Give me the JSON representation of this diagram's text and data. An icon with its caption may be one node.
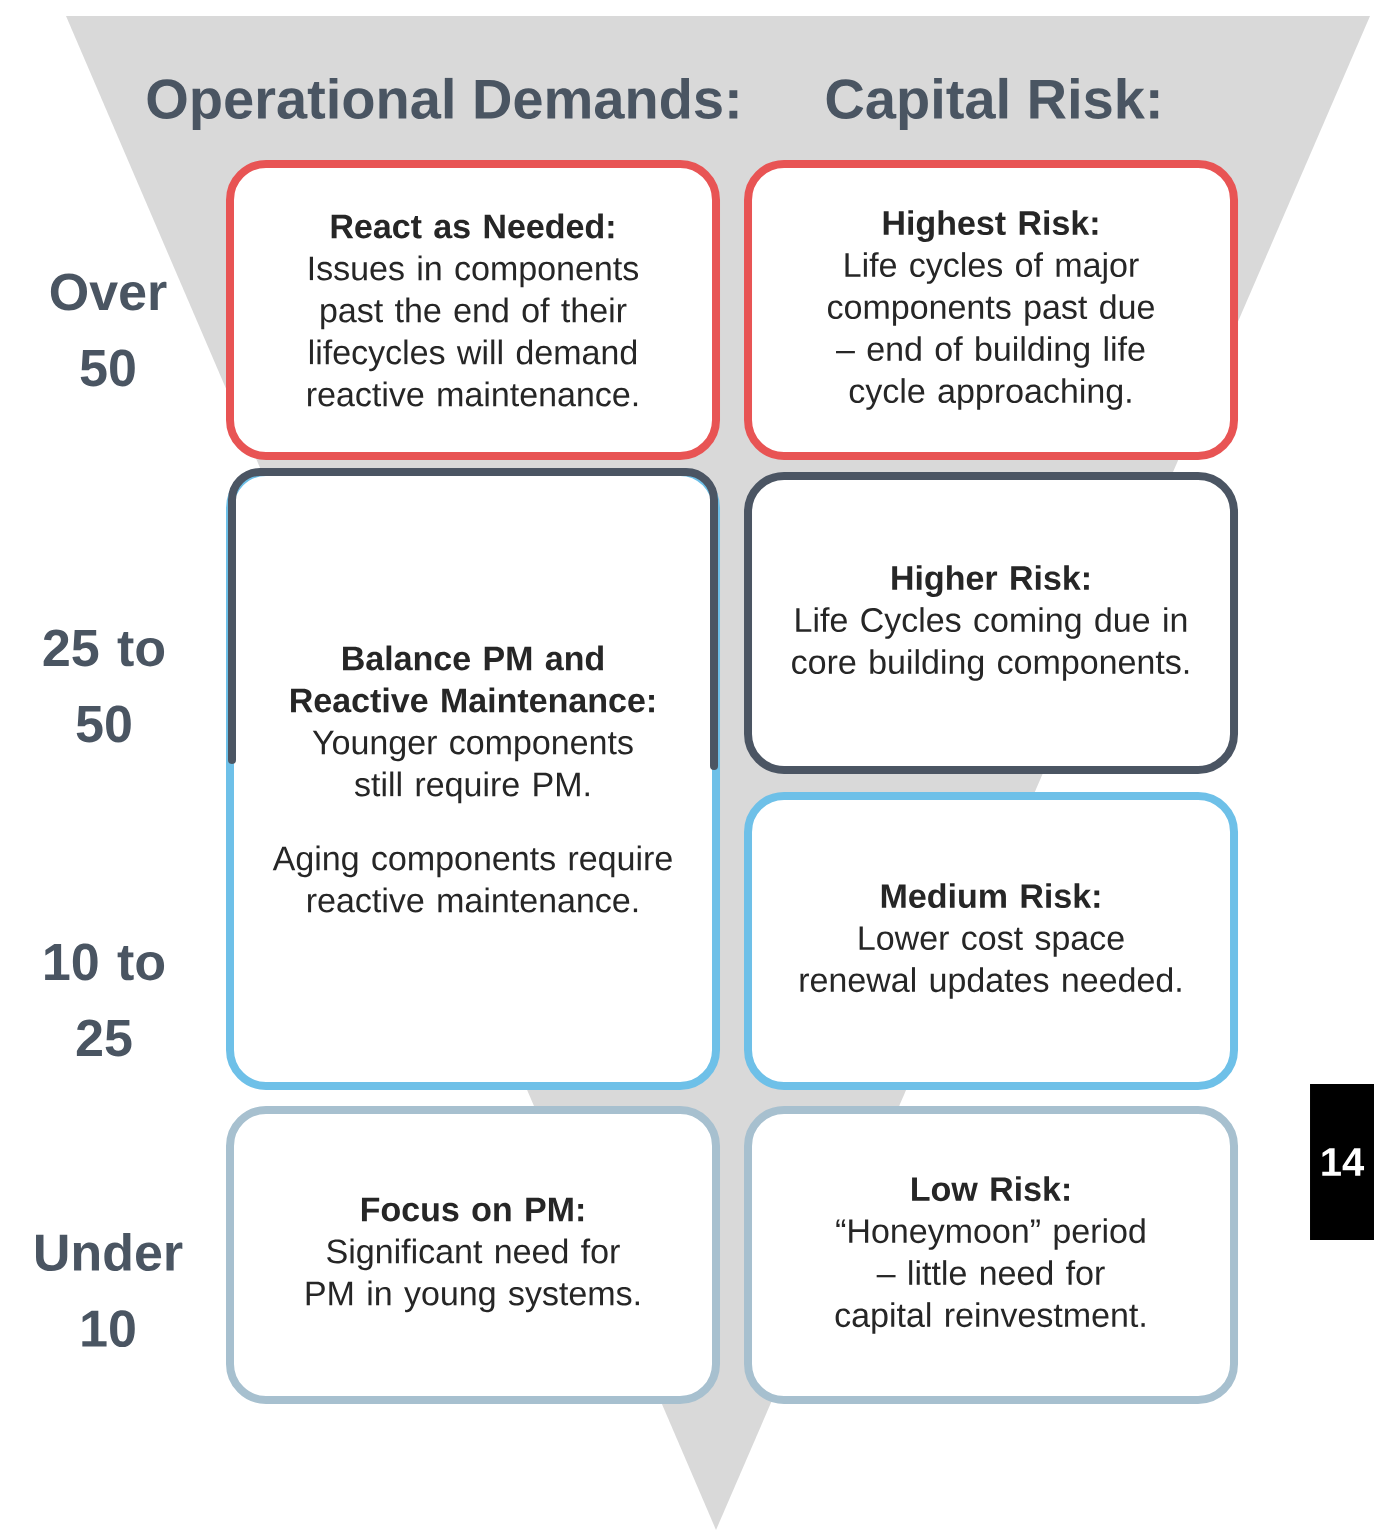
{
  "diagram": {
    "nodes": [
      {
        "text": [
          "React as Needed:",
          "Issues in components past the end of their lifecycles will demand reactive maintenance."
        ]
      },
      {
        "text": [
          "Highest Risk:",
          "Life cycles of major components past due – end of building life cycle approaching."
        ]
      },
      {
        "text": [
          "Balance PM and Reactive Maintenance:",
          "Younger components still require PM.",
          "Aging components require reactive maintenance."
        ]
      },
      {
        "text": [
          "Higher Risk:",
          "Life Cycles coming due in core building components."
        ]
      },
      {
        "text": [
          "Medium Risk:",
          "Lower cost space renewal updates needed."
        ]
      },
      {
        "text": [
          "Focus on PM:",
          "Significant need for PM in young systems."
        ]
      },
      {
        "text": [
          "Low Risk:",
          "“Honeymoon” period – little need for capital reinvestment."
        ]
      }
    ],
    "labels": [
      "Operational Demands:",
      "Capital Risk:",
      "Over 50",
      "25 to 50",
      "10 to 25",
      "Under 10",
      "14"
    ]
  }
}
